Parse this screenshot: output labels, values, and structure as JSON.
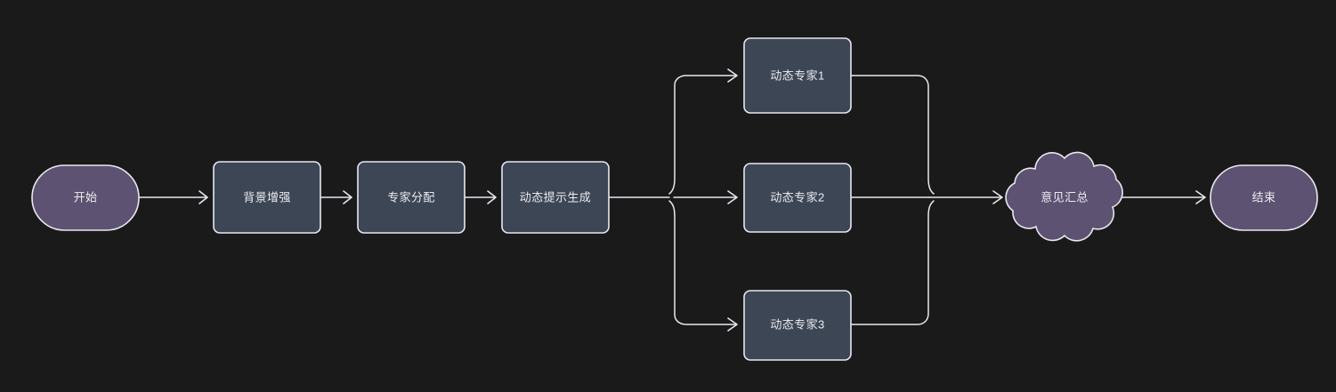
{
  "diagram": {
    "title": "",
    "background_color": "#1a1a1a",
    "direction": "left-to-right",
    "colors": {
      "background": "#1a1a1a",
      "terminal_fill": "#5d5271",
      "process_fill": "#3d4654",
      "cloud_fill": "#5d5271",
      "node_stroke": "#e8e8ef",
      "edge_stroke": "#e8e8ef",
      "label_text": "#ececf2"
    },
    "nodes": [
      {
        "id": "start",
        "label": "开始",
        "shape": "stadium"
      },
      {
        "id": "bg",
        "label": "背景增强",
        "shape": "rounded-rect"
      },
      {
        "id": "assign",
        "label": "专家分配",
        "shape": "rounded-rect"
      },
      {
        "id": "prompt",
        "label": "动态提示生成",
        "shape": "rounded-rect"
      },
      {
        "id": "expert1",
        "label": "动态专家1",
        "shape": "rounded-rect"
      },
      {
        "id": "expert2",
        "label": "动态专家2",
        "shape": "rounded-rect"
      },
      {
        "id": "expert3",
        "label": "动态专家3",
        "shape": "rounded-rect"
      },
      {
        "id": "summary",
        "label": "意见汇总",
        "shape": "cloud"
      },
      {
        "id": "end",
        "label": "结束",
        "shape": "stadium"
      }
    ],
    "edges": [
      {
        "from": "start",
        "to": "bg",
        "label": ""
      },
      {
        "from": "bg",
        "to": "assign",
        "label": ""
      },
      {
        "from": "assign",
        "to": "prompt",
        "label": ""
      },
      {
        "from": "prompt",
        "to": "expert1",
        "label": ""
      },
      {
        "from": "prompt",
        "to": "expert2",
        "label": ""
      },
      {
        "from": "prompt",
        "to": "expert3",
        "label": ""
      },
      {
        "from": "expert1",
        "to": "summary",
        "label": ""
      },
      {
        "from": "expert2",
        "to": "summary",
        "label": ""
      },
      {
        "from": "expert3",
        "to": "summary",
        "label": ""
      },
      {
        "from": "summary",
        "to": "end",
        "label": ""
      }
    ]
  }
}
